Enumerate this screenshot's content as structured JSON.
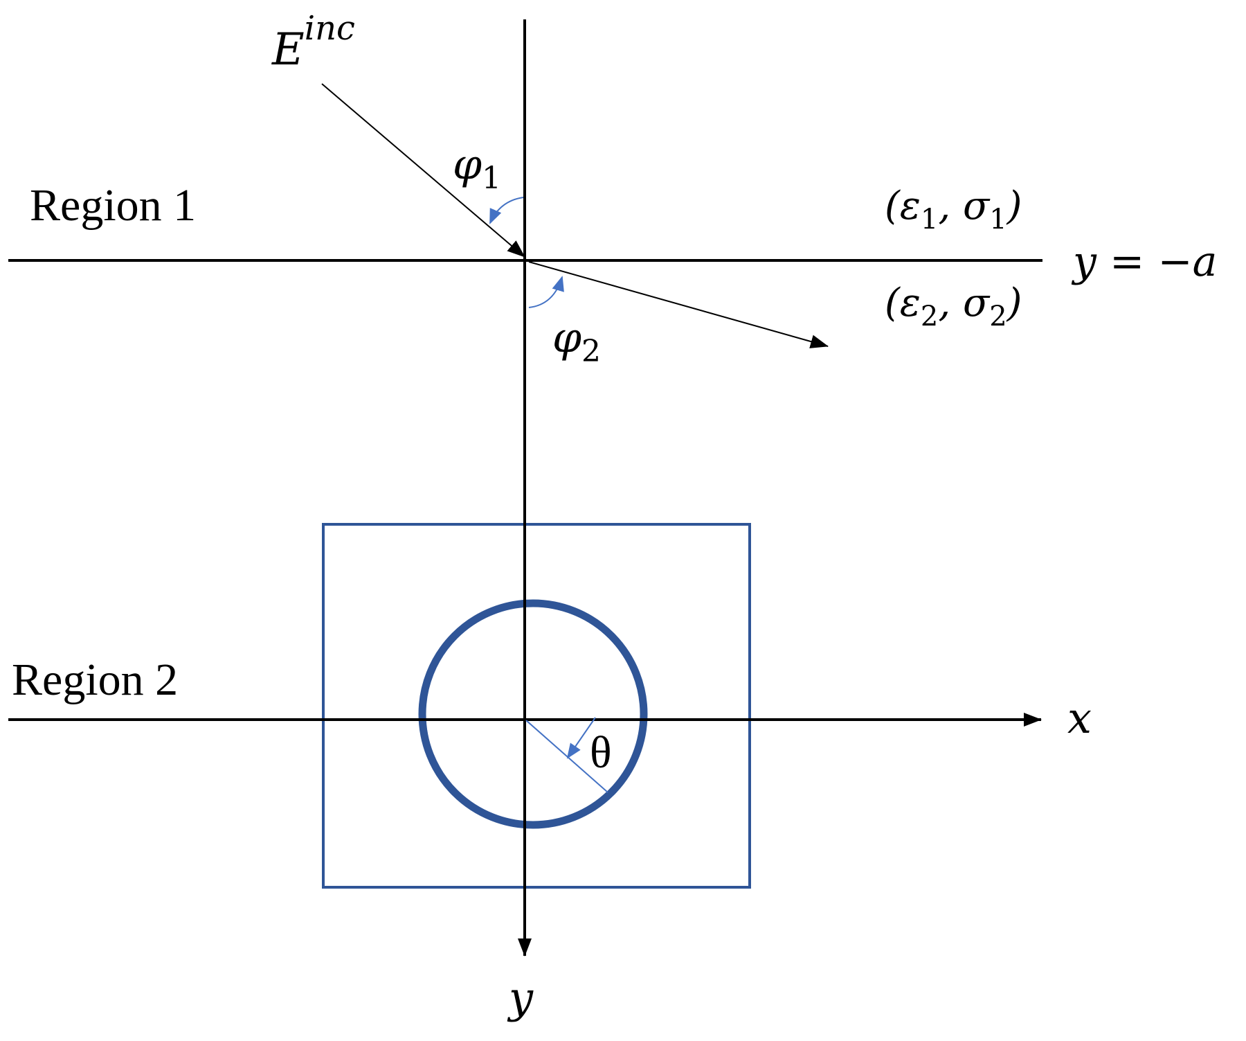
{
  "labels": {
    "incident_field": "E",
    "incident_field_sup": "inc",
    "region1": "Region 1",
    "region2": "Region 2",
    "phi1": "φ",
    "phi1_sub": "1",
    "phi2": "φ",
    "phi2_sub": "2",
    "medium1_open": "(ε",
    "medium1_sub_eps": "1",
    "medium1_mid": ", σ",
    "medium1_sub_sigma": "1",
    "medium1_close": ")",
    "medium2_open": "(ε",
    "medium2_sub_eps": "2",
    "medium2_mid": ", σ",
    "medium2_sub_sigma": "2",
    "medium2_close": ")",
    "interface": "y = −a",
    "x_axis": "x",
    "y_axis": "y",
    "theta": "θ"
  },
  "colors": {
    "line": "#000000",
    "accent": "#4472C4",
    "shape": "#2F5597"
  }
}
